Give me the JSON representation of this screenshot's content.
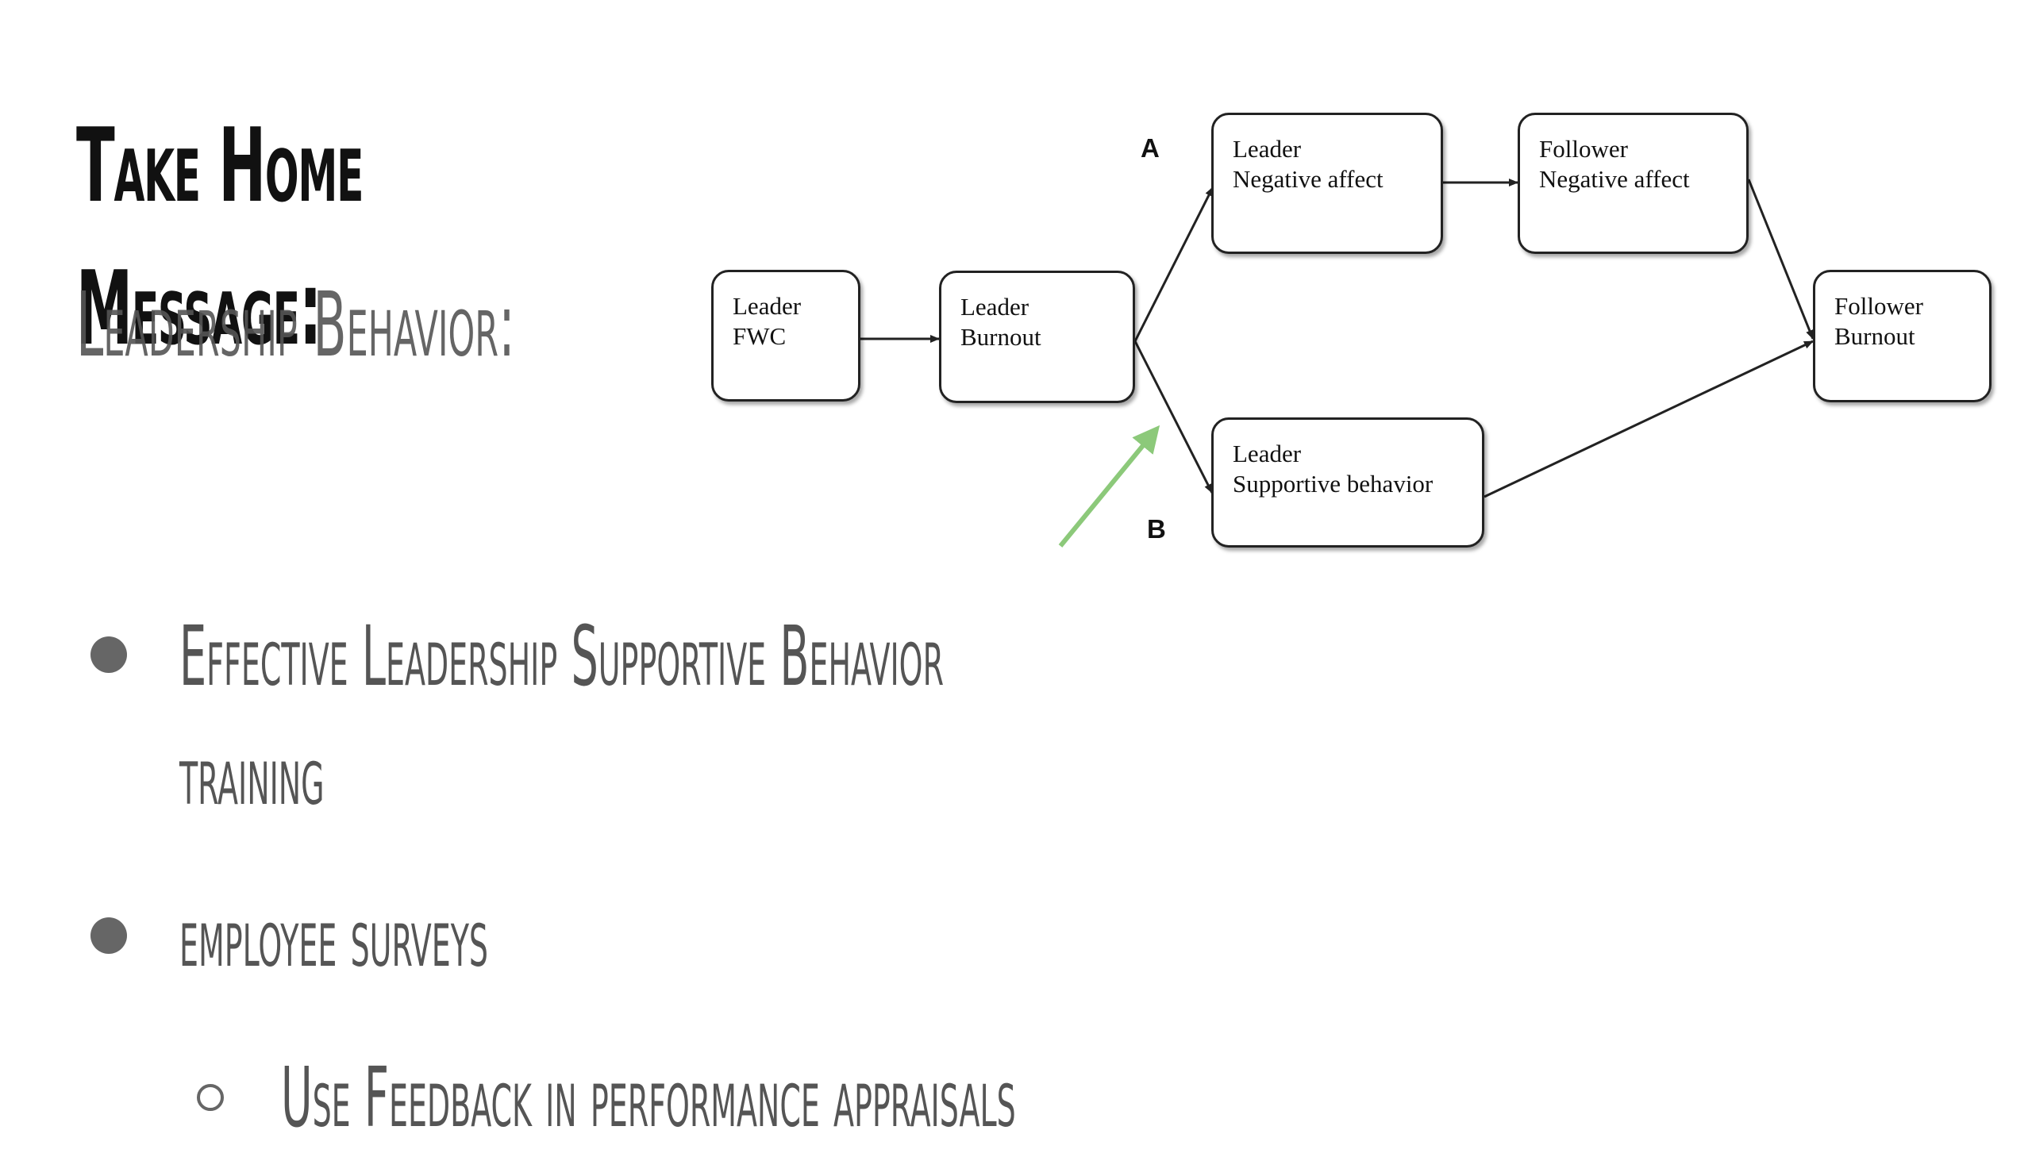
{
  "slide": {
    "title_line1": "Take Home",
    "title_line2": "Message:",
    "subtitle": "Leadership Behavior:",
    "bullets": [
      {
        "text_line1": "Effective Leadership Supportive Behavior",
        "text_line2": "training"
      },
      {
        "text": "employee surveys"
      }
    ],
    "sub_bullets": [
      {
        "text": "Use Feedback in performance appraisals"
      }
    ]
  },
  "diagram": {
    "nodes": {
      "leader_fwc": [
        "Leader",
        "FWC"
      ],
      "leader_burnout": [
        "Leader",
        "Burnout"
      ],
      "leader_negative_affect": [
        "Leader",
        "Negative affect"
      ],
      "follower_negative_affect": [
        "Follower",
        "Negative affect"
      ],
      "follower_burnout": [
        "Follower",
        "Burnout"
      ],
      "leader_supportive_behavior": [
        "Leader",
        "Supportive behavior"
      ]
    },
    "path_labels": {
      "a": "A",
      "b": "B"
    },
    "highlight_arrow_color": "#8cc97a",
    "edges": [
      [
        "leader_fwc",
        "leader_burnout"
      ],
      [
        "leader_burnout",
        "leader_negative_affect"
      ],
      [
        "leader_burnout",
        "leader_supportive_behavior"
      ],
      [
        "leader_negative_affect",
        "follower_negative_affect"
      ],
      [
        "follower_negative_affect",
        "follower_burnout"
      ],
      [
        "leader_supportive_behavior",
        "follower_burnout"
      ]
    ]
  }
}
